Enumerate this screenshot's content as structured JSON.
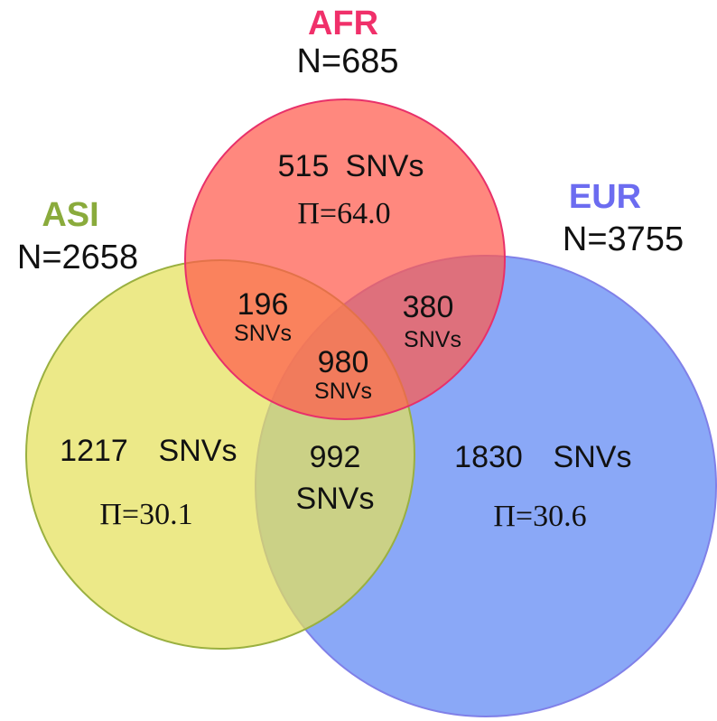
{
  "colors": {
    "afr": "#ff6a5c",
    "afr_label": "#f0306a",
    "asi": "#e4e05a",
    "asi_label": "#8aab3c",
    "eur": "#7a9cf6",
    "eur_label": "#6c6cf0"
  },
  "groups": {
    "afr": {
      "name": "AFR",
      "n": "N=685"
    },
    "asi": {
      "name": "ASI",
      "n": "N=2658"
    },
    "eur": {
      "name": "EUR",
      "n": "N=3755"
    }
  },
  "regions": {
    "afr_only": {
      "count": "515",
      "unit": "SNVs",
      "pi": "Π=64.0"
    },
    "asi_only": {
      "count": "1217",
      "unit": "SNVs",
      "pi": "Π=30.1"
    },
    "eur_only": {
      "count": "1830",
      "unit": "SNVs",
      "pi": "Π=30.6"
    },
    "afr_asi": {
      "count": "196",
      "unit": "SNVs"
    },
    "afr_eur": {
      "count": "380",
      "unit": "SNVs"
    },
    "asi_eur": {
      "count": "992",
      "unit": "SNVs"
    },
    "all": {
      "count": "980",
      "unit": "SNVs"
    }
  }
}
